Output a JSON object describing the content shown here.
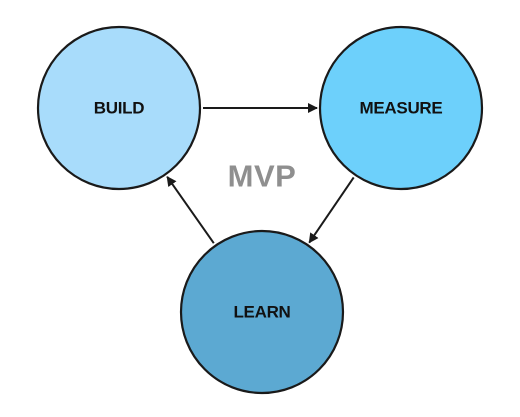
{
  "diagram": {
    "center_label": "MVP",
    "center_label_color": "#8f8f8f",
    "nodes": [
      {
        "id": "build",
        "label": "BUILD",
        "fill": "#a8dcfb"
      },
      {
        "id": "measure",
        "label": "MEASURE",
        "fill": "#6dd0fb"
      },
      {
        "id": "learn",
        "label": "LEARN",
        "fill": "#5ca9d2"
      }
    ],
    "edges": [
      {
        "from": "build",
        "to": "measure"
      },
      {
        "from": "measure",
        "to": "learn"
      },
      {
        "from": "learn",
        "to": "build"
      }
    ]
  }
}
